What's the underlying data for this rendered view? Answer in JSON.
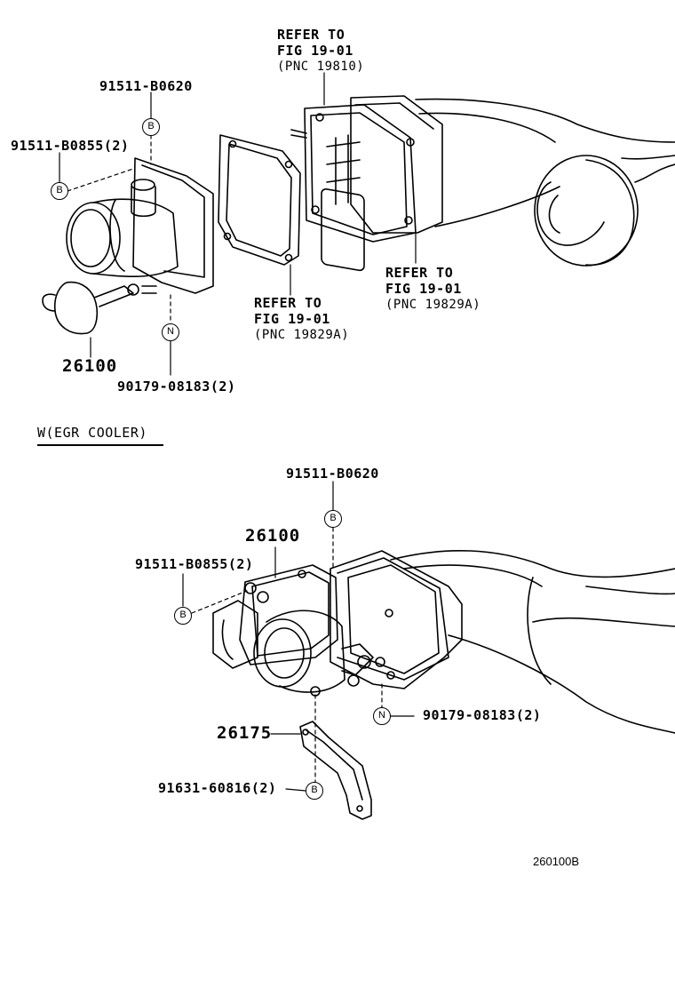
{
  "top_section": {
    "refer_a": {
      "line1": "REFER TO",
      "line2": "FIG 19-01",
      "line3": "(PNC 19810)"
    },
    "refer_b": {
      "line1": "REFER TO",
      "line2": "FIG 19-01",
      "line3": "(PNC 19829A)"
    },
    "refer_c": {
      "line1": "REFER TO",
      "line2": "FIG 19-01",
      "line3": "(PNC 19829A)"
    },
    "part_91511_b0620": "91511-B0620",
    "part_91511_b0855": "91511-B0855(2)",
    "part_26100": "26100",
    "part_90179_08183": "90179-08183(2)",
    "callout_b1": "B",
    "callout_b2": "B",
    "callout_n": "N"
  },
  "section_title": "W(EGR COOLER)",
  "bottom_section": {
    "part_91511_b0620": "91511-B0620",
    "part_26100": "26100",
    "part_91511_b0855": "91511-B0855(2)",
    "part_90179_08183": "90179-08183(2)",
    "part_26175": "26175",
    "part_91631_60816": "91631-60816(2)",
    "callout_b1": "B",
    "callout_b2": "B",
    "callout_n": "N",
    "callout_b3": "B"
  },
  "diagram_ref": "260100B"
}
